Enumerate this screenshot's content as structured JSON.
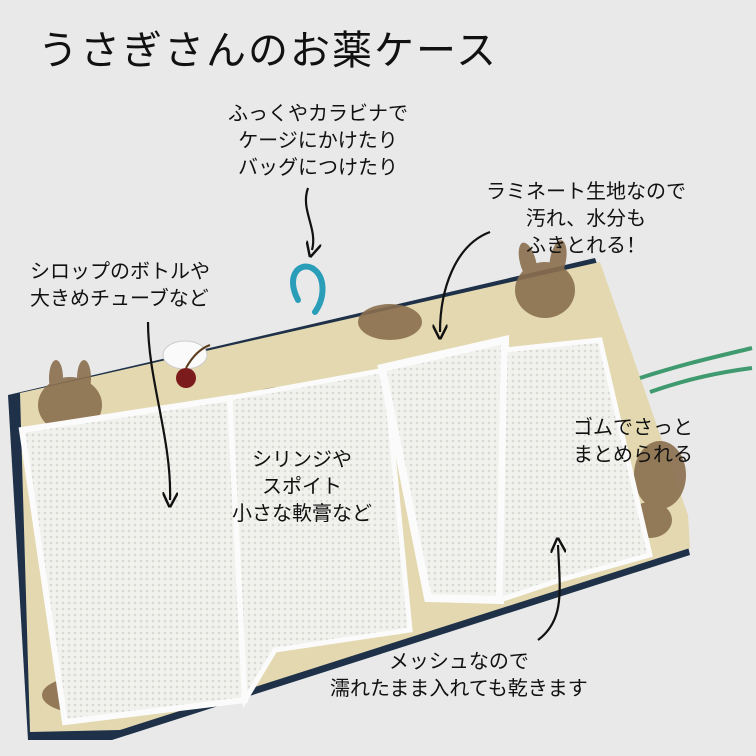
{
  "title": "うさぎさんのお薬ケース",
  "annotations": {
    "hook": [
      "ふっくやカラビナで",
      "ケージにかけたり",
      "バッグにつけたり"
    ],
    "laminate": [
      "ラミネート生地なので",
      "汚れ、水分も",
      "ふきとれる！"
    ],
    "bottle": [
      "シロップのボトルや",
      "大きめチューブなど"
    ],
    "syringe": [
      "シリンジや",
      "スポイト",
      "小さな軟膏など"
    ],
    "elastic": [
      "ゴムでさっと",
      "まとめられる"
    ],
    "mesh": [
      "メッシュなので",
      "濡れたまま入れても乾きます"
    ]
  },
  "colors": {
    "background": "#e9e9e9",
    "fabric": "#e3d8b0",
    "mesh": "#f3f3f1",
    "bunny": "#8a6f4e",
    "lining": "#1e3148",
    "loop": "#2a9db8",
    "cord": "#3f9a6f"
  }
}
